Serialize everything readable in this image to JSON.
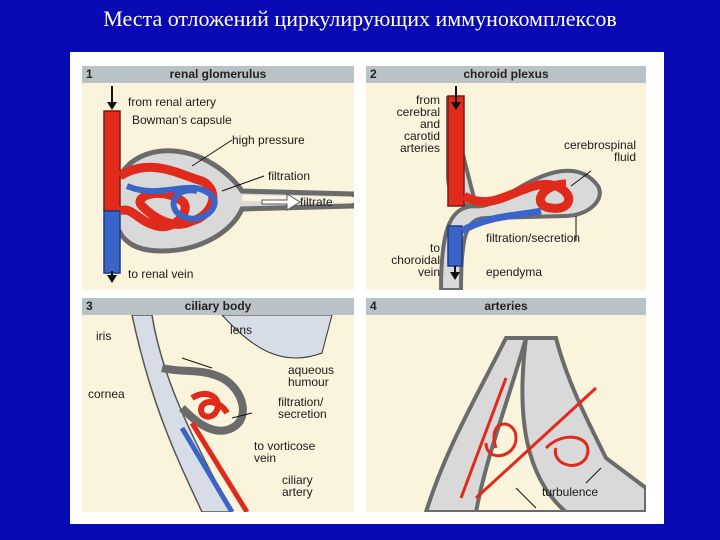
{
  "title": "Места отложений циркулирующих иммунокомплексов",
  "panels": [
    {
      "number": "1",
      "title": "renal glomerulus",
      "labels": {
        "from_artery": "from renal artery",
        "bowman": "Bowman's capsule",
        "pressure": "high pressure",
        "filtration": "filtration",
        "filtrate": "filtrate",
        "vein": "to renal vein"
      }
    },
    {
      "number": "2",
      "title": "choroid plexus",
      "labels": {
        "from_line1": "from",
        "from_line2": "cerebral",
        "from_line3": "and",
        "from_line4": "carotid",
        "from_line5": "arteries",
        "csf_line1": "cerebrospinal",
        "csf_line2": "fluid",
        "filtration": "filtration/secretion",
        "vein_line1": "to",
        "vein_line2": "choroidal",
        "vein_line3": "vein",
        "ependyma": "ependyma"
      }
    },
    {
      "number": "3",
      "title": "ciliary body",
      "labels": {
        "iris": "iris",
        "lens": "lens",
        "aqueous_line1": "aqueous",
        "aqueous_line2": "humour",
        "cornea": "cornea",
        "filtration_line1": "filtration/",
        "filtration_line2": "secretion",
        "vorticose_line1": "to vorticose",
        "vorticose_line2": "vein",
        "ciliary_line1": "ciliary",
        "ciliary_line2": "artery"
      }
    },
    {
      "number": "4",
      "title": "arteries",
      "labels": {
        "turbulence": "turbulence"
      }
    }
  ],
  "colors": {
    "slide_background": "#0a0ab4",
    "panel_background": "#fbf4dc",
    "header_bar": "#b9c3c7",
    "artery_red": "#e02a1c",
    "vein_blue": "#3a64c8",
    "tissue_gray": "#8a8a8a"
  }
}
